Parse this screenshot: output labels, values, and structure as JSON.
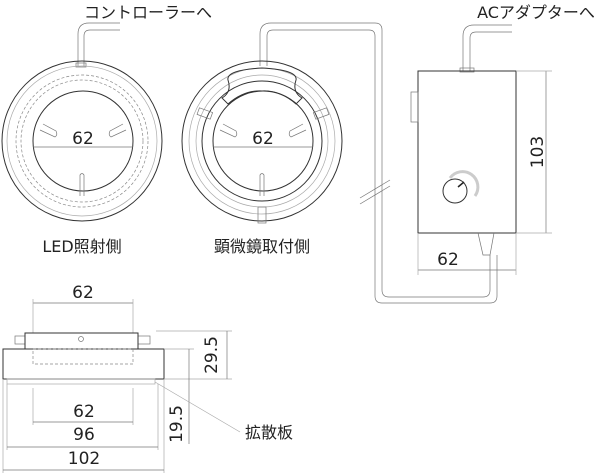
{
  "labels": {
    "to_controller": "コントローラーへ",
    "to_ac_adapter": "ACアダプターへ",
    "led_side": "LED照射側",
    "microscope_side": "顕微鏡取付側",
    "diffuser": "拡散板"
  },
  "dimensions": {
    "front_inner_diameter": "62",
    "back_inner_diameter": "62",
    "controller_width": "62",
    "controller_height": "103",
    "side_top_width": "62",
    "side_total_height": "29.5",
    "side_body_height": "19.5",
    "side_inner": "62",
    "side_diffuser": "96",
    "side_outer": "102"
  }
}
